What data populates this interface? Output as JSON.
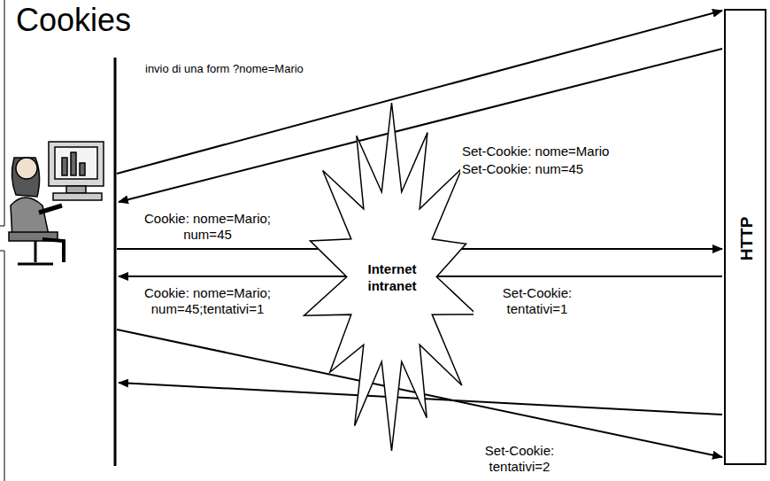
{
  "diagram": {
    "title": "Cookies",
    "nodes": [
      {
        "text": [
          "Internet intranet"
        ]
      },
      {
        "text": [
          "HTTP"
        ]
      }
    ],
    "labels": [
      "invio di una form ?nome=Mario",
      "Set-Cookie: nome=Mario",
      "Set-Cookie: num=45",
      "Cookie: nome=Mario; num=45",
      "Set-Cookie: tentativi=1",
      "Cookie: nome=Mario; num=45;tentativi=1",
      "Set-Cookie: tentativi=2"
    ]
  }
}
